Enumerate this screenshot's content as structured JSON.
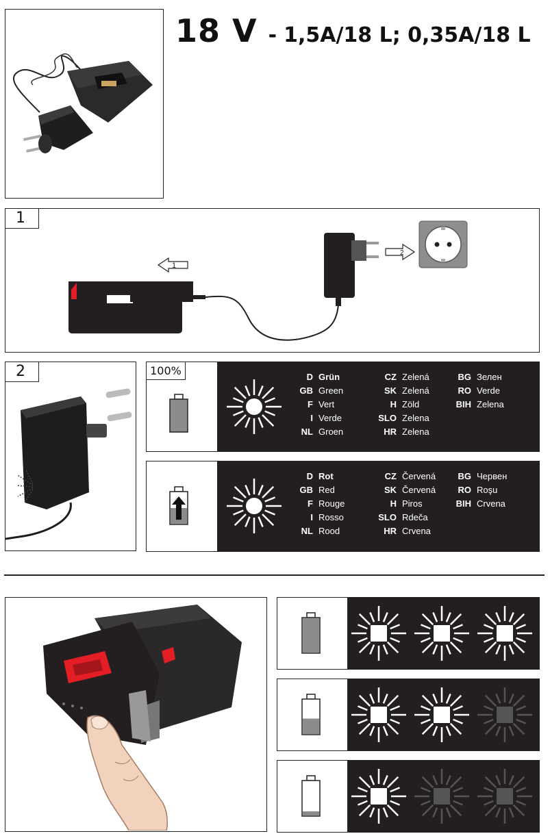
{
  "header": {
    "voltage": "18 V",
    "dash": "-",
    "spec": "1,5A/18 L; 0,35A/18 L"
  },
  "step1": {
    "number": "1",
    "arrow_to_charger": "1",
    "arrow_to_socket": "2"
  },
  "step2": {
    "number": "2"
  },
  "full_charge": {
    "percent_label": "100%",
    "languages": [
      [
        {
          "code": "D",
          "word": "Grün",
          "bold": true
        },
        {
          "code": "GB",
          "word": "Green"
        },
        {
          "code": "F",
          "word": "Vert"
        },
        {
          "code": "I",
          "word": "Verde"
        },
        {
          "code": "NL",
          "word": "Groen"
        }
      ],
      [
        {
          "code": "CZ",
          "word": "Zelená"
        },
        {
          "code": "SK",
          "word": "Zelená"
        },
        {
          "code": "H",
          "word": "Zöld"
        },
        {
          "code": "SLO",
          "word": "Zelena"
        },
        {
          "code": "HR",
          "word": "Zelena"
        }
      ],
      [
        {
          "code": "BG",
          "word": "Зелен"
        },
        {
          "code": "RO",
          "word": "Verde"
        },
        {
          "code": "BIH",
          "word": "Zelena"
        }
      ]
    ]
  },
  "charging": {
    "languages": [
      [
        {
          "code": "D",
          "word": "Rot",
          "bold": true
        },
        {
          "code": "GB",
          "word": "Red"
        },
        {
          "code": "F",
          "word": "Rouge"
        },
        {
          "code": "I",
          "word": "Rosso"
        },
        {
          "code": "NL",
          "word": "Rood"
        }
      ],
      [
        {
          "code": "CZ",
          "word": "Červená"
        },
        {
          "code": "SK",
          "word": "Červená"
        },
        {
          "code": "H",
          "word": "Piros"
        },
        {
          "code": "SLO",
          "word": "Rdeča"
        },
        {
          "code": "HR",
          "word": "Crvena"
        }
      ],
      [
        {
          "code": "BG",
          "word": "Червен"
        },
        {
          "code": "RO",
          "word": "Roşu"
        },
        {
          "code": "BIH",
          "word": "Crvena"
        }
      ]
    ]
  },
  "battery_levels": [
    {
      "fill": 1.0,
      "leds_on": 3
    },
    {
      "fill": 0.45,
      "leds_on": 2
    },
    {
      "fill": 0.12,
      "leds_on": 1
    }
  ],
  "colors": {
    "panel": "#231f20",
    "accent_red": "#e31e24",
    "led_off": "#555555",
    "battery_fill": "#8c8c8c"
  },
  "icons": [
    "sun-led-icon",
    "battery-icon",
    "arrow-up-icon",
    "charger-dock",
    "power-adapter",
    "wall-socket",
    "battery-pack",
    "finger"
  ]
}
